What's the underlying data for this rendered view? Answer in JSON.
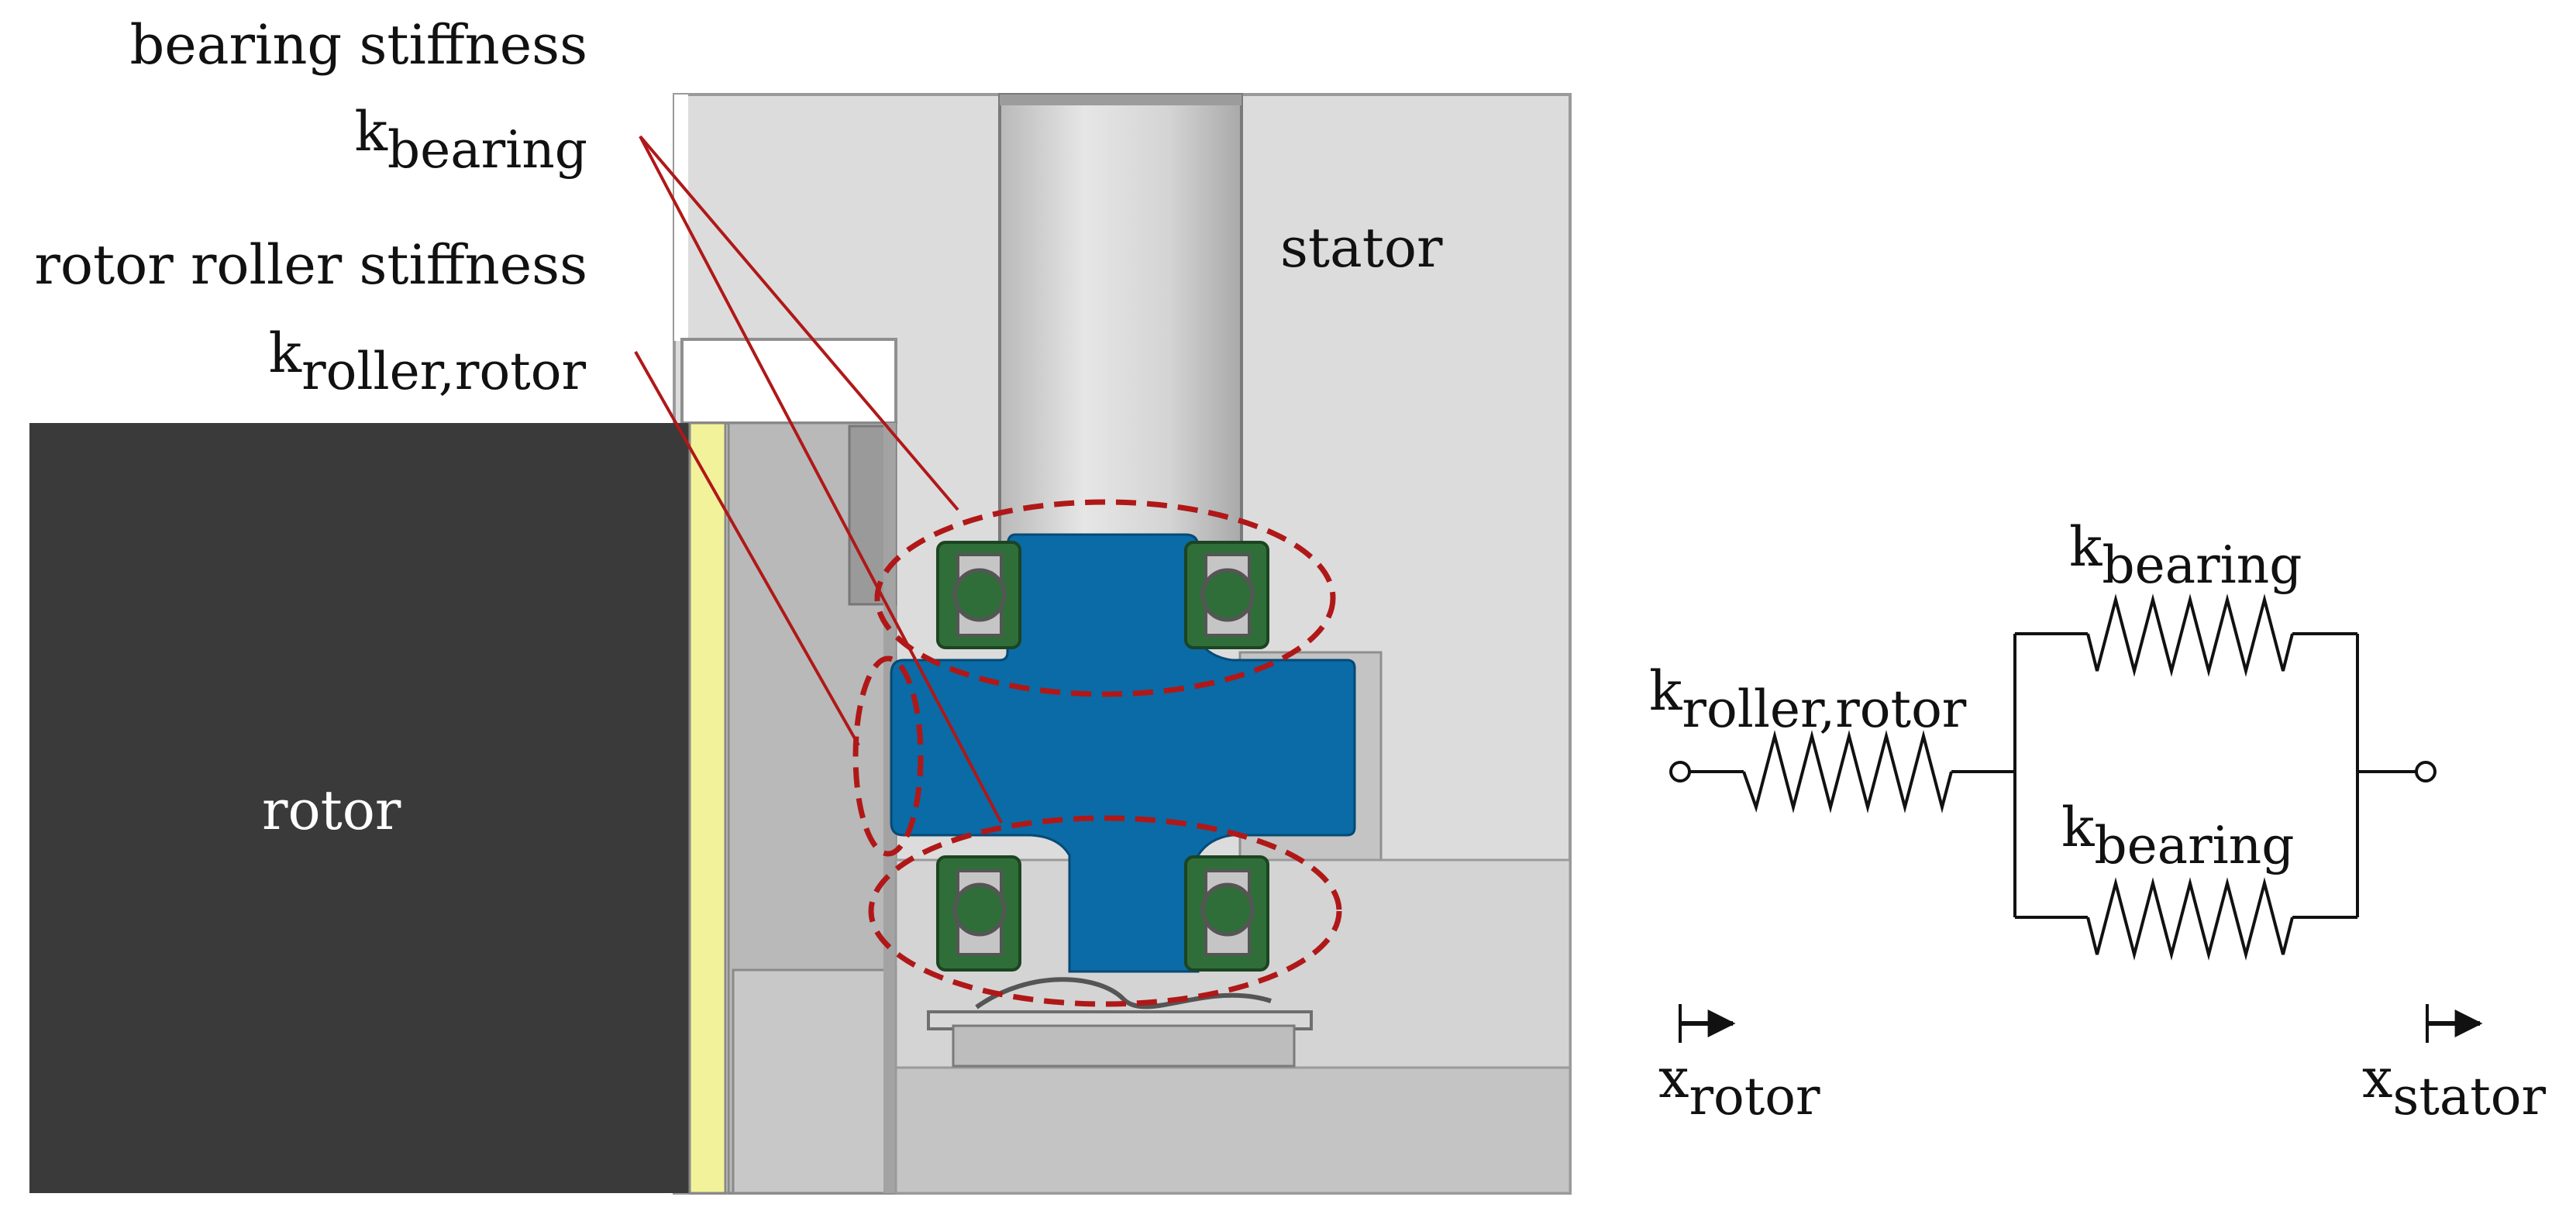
{
  "labels": {
    "bearing_stiffness": "bearing stiffness",
    "rotor_roller_stiffness": "rotor roller stiffness",
    "k_bearing_main": "k",
    "k_bearing_sub": "bearing",
    "k_roller_main": "k",
    "k_roller_sub": "roller,rotor",
    "stator": "stator",
    "rotor": "rotor"
  },
  "schematic": {
    "k_roller_main": "k",
    "k_roller_sub": "roller,rotor",
    "k_bearing_top_main": "k",
    "k_bearing_top_sub": "bearing",
    "k_bearing_bottom_main": "k",
    "k_bearing_bottom_sub": "bearing",
    "x_rotor_main": "x",
    "x_rotor_sub": "rotor",
    "x_stator_main": "x",
    "x_stator_sub": "stator"
  },
  "colors": {
    "rotor": "#3a3a3a",
    "blue_part": "#0a6ba6",
    "bearing_green": "#2f6e38",
    "dashed_outline": "#b01818",
    "leader_line": "#b01818",
    "gray_light": "#dcdcdc",
    "gray_mid": "#c6c6c6",
    "yellow_strip": "#f2f29a"
  }
}
